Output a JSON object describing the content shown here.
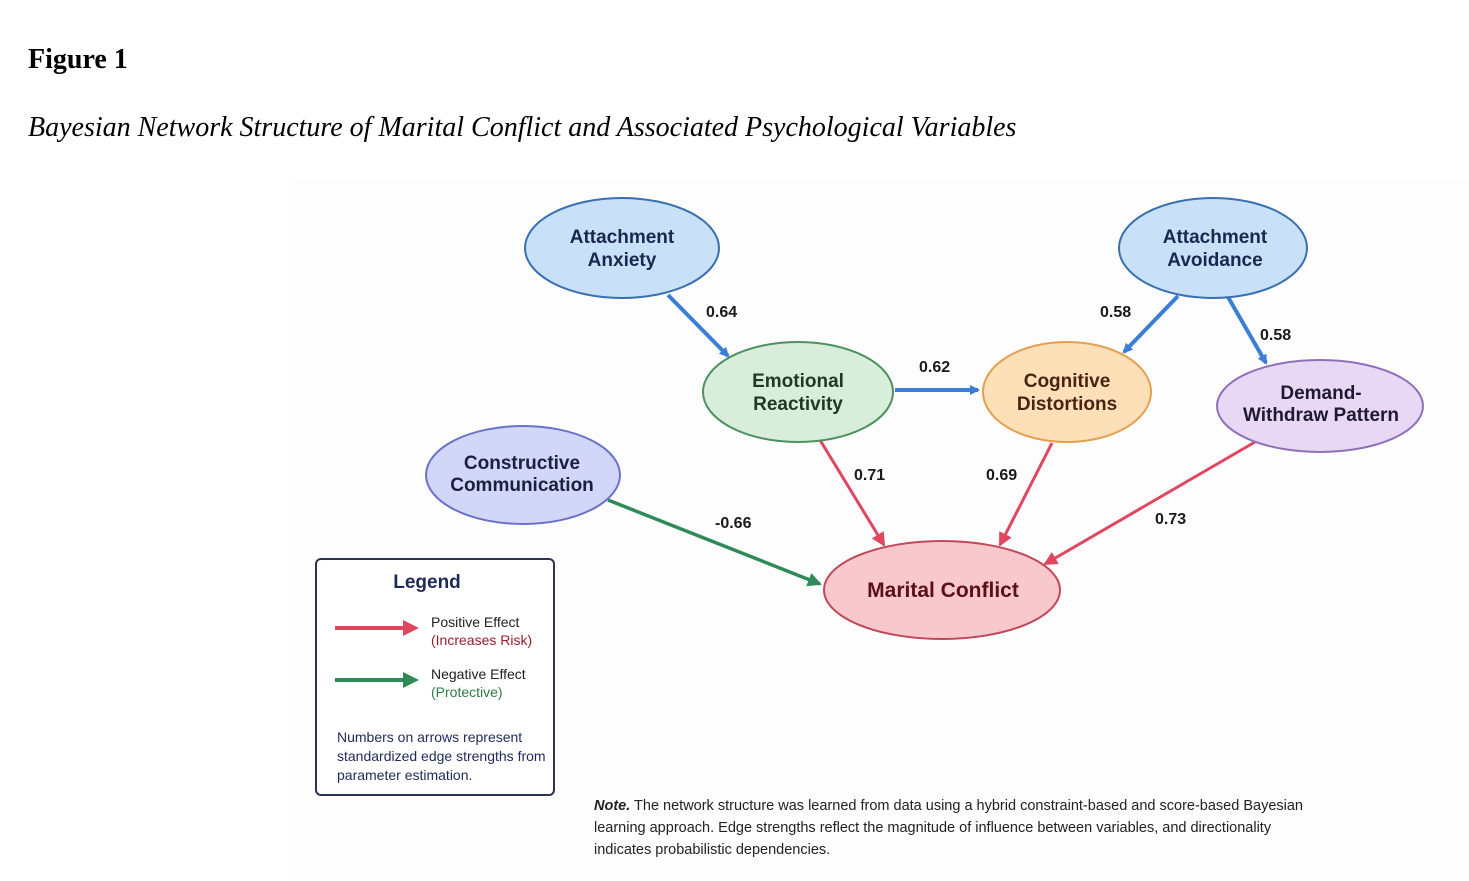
{
  "figure": {
    "label": "Figure 1",
    "title": "Bayesian Network Structure of Marital Conflict and Associated Psychological Variables"
  },
  "colors": {
    "positive_edge": "#e0475f",
    "negative_edge": "#2e8b57",
    "attachment_edge": "#3a7fd5",
    "attachment_fill": "#c8e0f8",
    "attachment_stroke": "#3a6fb0",
    "emotional_fill": "#d8eedb",
    "emotional_stroke": "#4e9060",
    "cognitive_fill": "#fde0b8",
    "cognitive_stroke": "#e2a050",
    "demand_fill": "#e8d8f5",
    "demand_stroke": "#9070b8",
    "constructive_fill": "#d2d6f8",
    "constructive_stroke": "#6a72c8",
    "marital_fill": "#f8c8cc",
    "marital_stroke": "#c04858"
  },
  "nodes": {
    "attachment_anxiety": {
      "line1": "Attachment",
      "line2": "Anxiety"
    },
    "attachment_avoidance": {
      "line1": "Attachment",
      "line2": "Avoidance"
    },
    "emotional_reactivity": {
      "line1": "Emotional",
      "line2": "Reactivity"
    },
    "cognitive_distortions": {
      "line1": "Cognitive",
      "line2": "Distortions"
    },
    "demand_withdraw": {
      "line1": "Demand-",
      "line2": "Withdraw Pattern"
    },
    "constructive_communication": {
      "line1": "Constructive",
      "line2": "Communication"
    },
    "marital_conflict": {
      "line1": "Marital Conflict"
    }
  },
  "edges": [
    {
      "from": "Attachment Anxiety",
      "to": "Emotional Reactivity",
      "weight": "0.64",
      "type": "attachment"
    },
    {
      "from": "Emotional Reactivity",
      "to": "Cognitive Distortions",
      "weight": "0.62",
      "type": "attachment"
    },
    {
      "from": "Attachment Avoidance",
      "to": "Cognitive Distortions",
      "weight": "0.58",
      "type": "attachment"
    },
    {
      "from": "Attachment Avoidance",
      "to": "Demand-Withdraw Pattern",
      "weight": "0.58",
      "type": "attachment"
    },
    {
      "from": "Emotional Reactivity",
      "to": "Marital Conflict",
      "weight": "0.71",
      "type": "positive"
    },
    {
      "from": "Cognitive Distortions",
      "to": "Marital Conflict",
      "weight": "0.69",
      "type": "positive"
    },
    {
      "from": "Demand-Withdraw Pattern",
      "to": "Marital Conflict",
      "weight": "0.73",
      "type": "positive"
    },
    {
      "from": "Constructive Communication",
      "to": "Marital Conflict",
      "weight": "-0.66",
      "type": "negative"
    }
  ],
  "legend": {
    "title": "Legend",
    "positive": {
      "line1": "Positive Effect",
      "line2": "(Increases Risk)"
    },
    "negative": {
      "line1": "Negative Effect",
      "line2": "(Protective)"
    },
    "note": "Numbers on arrows represent standardized edge strengths from parameter estimation."
  },
  "note": {
    "label": "Note.",
    "text": " The network structure was learned from data using a hybrid constraint-based and score-based Bayesian learning approach. Edge strengths reflect the magnitude of influence between variables, and directionality indicates probabilistic dependencies."
  }
}
